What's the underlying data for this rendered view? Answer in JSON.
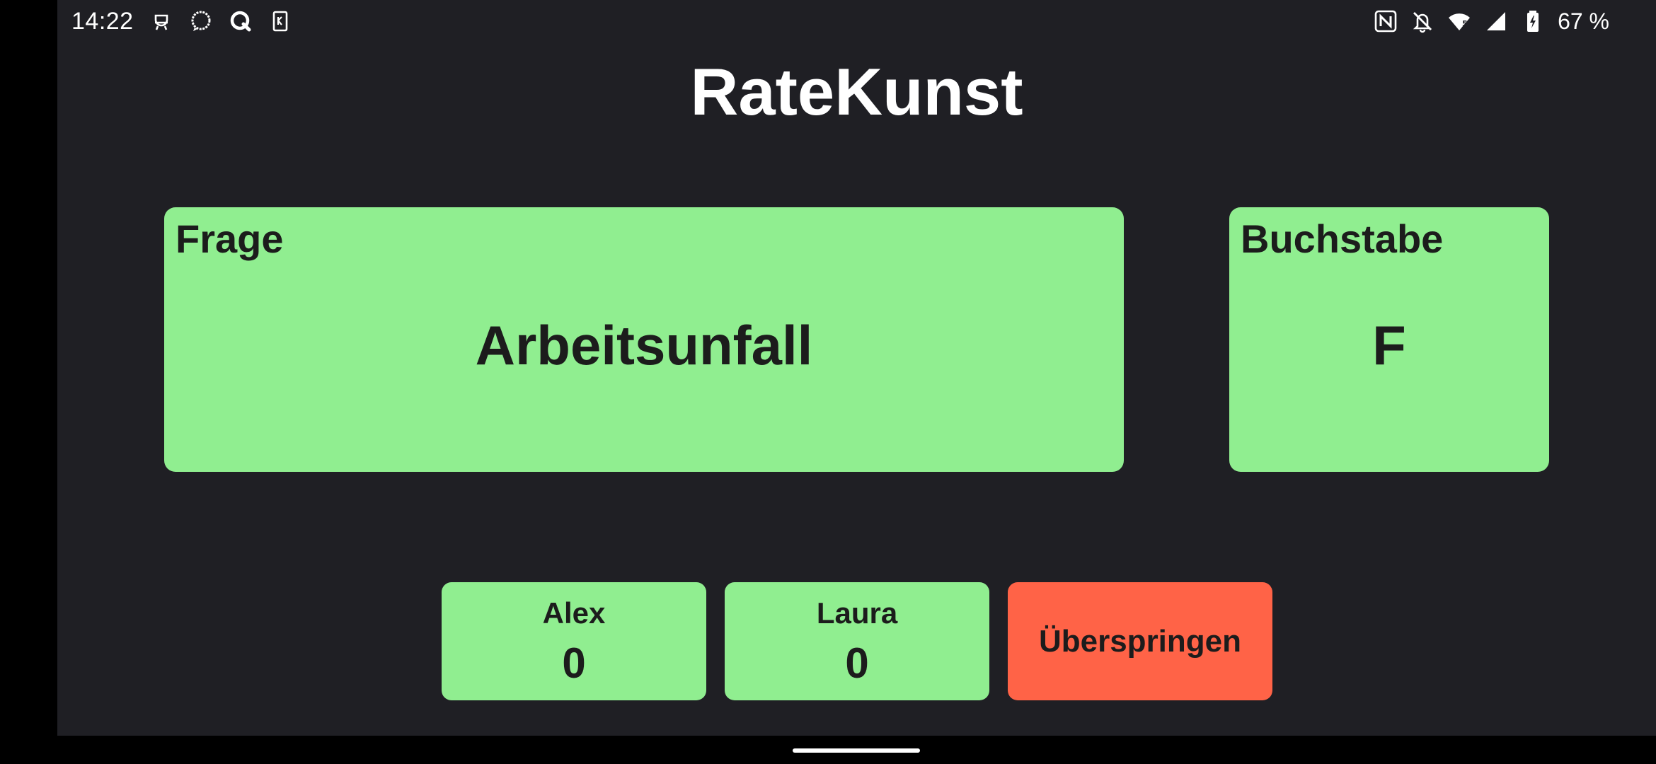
{
  "status_bar": {
    "time": "14:22",
    "left_icons": [
      "signal-messenger-icon",
      "chat-bubble-icon",
      "q-app-icon",
      "sim-card-icon"
    ],
    "right_icons": [
      "nfc-icon",
      "silent-bell-icon",
      "wifi-icon",
      "cell-signal-icon",
      "battery-icon"
    ],
    "wifi_badge": "5",
    "battery_text": "67 %"
  },
  "app": {
    "title": "RateKunst"
  },
  "question_card": {
    "label": "Frage",
    "value": "Arbeitsunfall"
  },
  "letter_card": {
    "label": "Buchstabe",
    "value": "F"
  },
  "players": [
    {
      "name": "Alex",
      "score": "0"
    },
    {
      "name": "Laura",
      "score": "0"
    }
  ],
  "skip_button": {
    "label": "Überspringen"
  },
  "colors": {
    "background": "#1f1f24",
    "card": "#90ee90",
    "skip": "#ff6347",
    "text_dark": "#1c1c1c",
    "title": "#ffffff"
  }
}
